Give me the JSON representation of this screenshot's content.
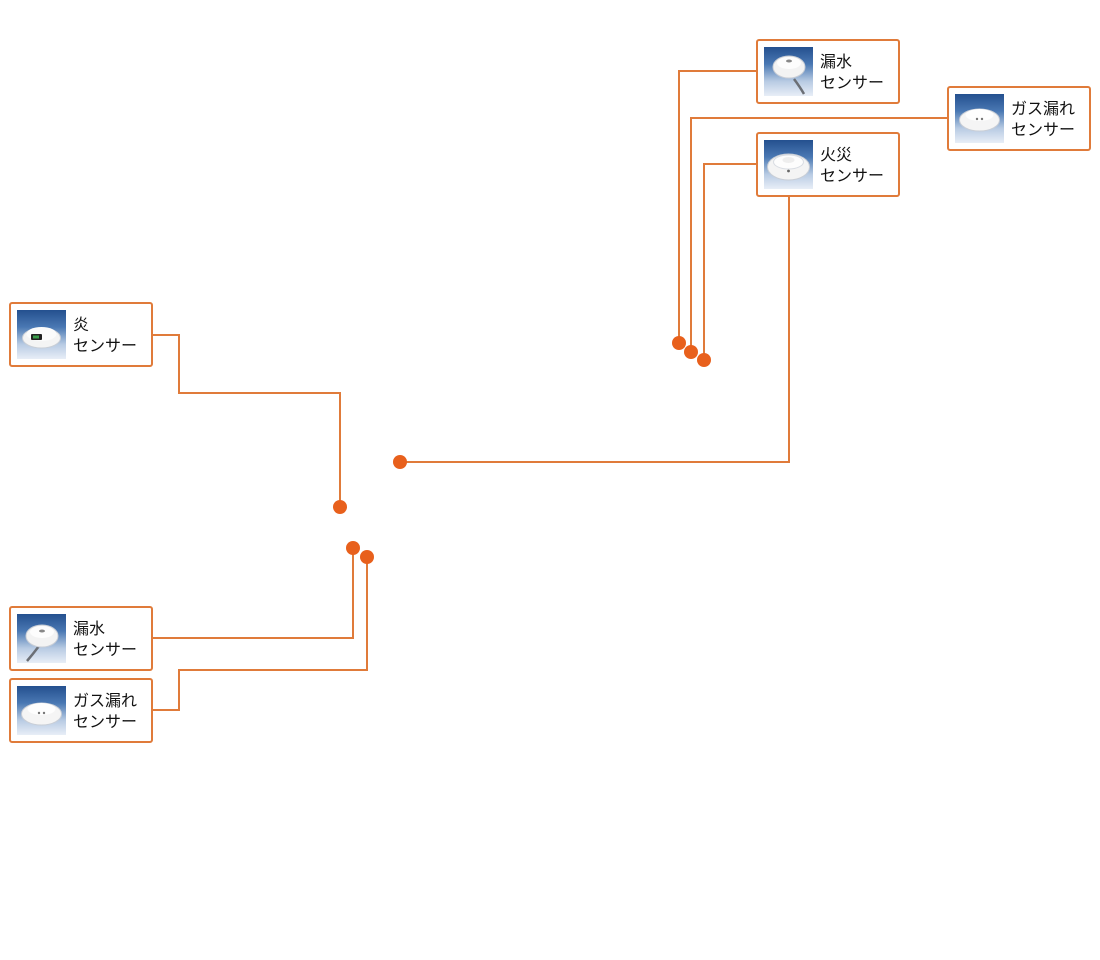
{
  "colors": {
    "connector": "#e07b3a",
    "dot": "#e8601c",
    "box_border": "#e07b3a"
  },
  "sensors": {
    "flame": {
      "name": "炎",
      "suffix": "センサー",
      "icon": "flame-sensor-icon"
    },
    "water_leak_left": {
      "name": "漏水",
      "suffix": "センサー",
      "icon": "water-leak-sensor-icon"
    },
    "gas_leak_left": {
      "name": "ガス漏れ",
      "suffix": "センサー",
      "icon": "gas-leak-sensor-icon"
    },
    "water_leak_right": {
      "name": "漏水",
      "suffix": "センサー",
      "icon": "water-leak-sensor-icon"
    },
    "gas_leak_right": {
      "name": "ガス漏れ",
      "suffix": "センサー",
      "icon": "gas-leak-sensor-icon"
    },
    "fire": {
      "name": "火災",
      "suffix": "センサー",
      "icon": "fire-sensor-icon"
    }
  }
}
